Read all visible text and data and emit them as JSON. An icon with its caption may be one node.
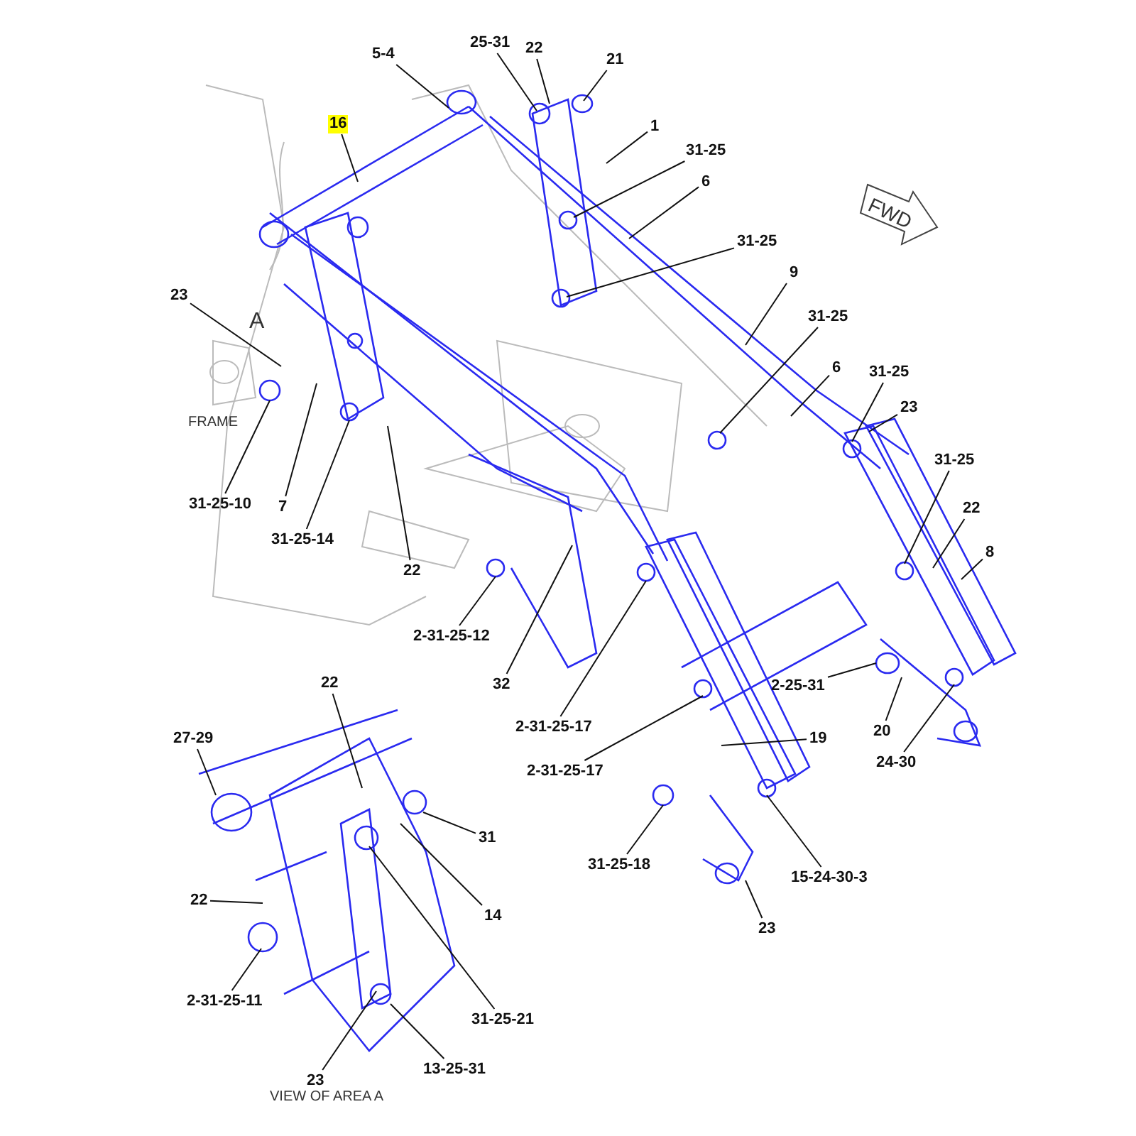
{
  "diagram": {
    "nodes": [
      {
        "text": [
          "5-4"
        ]
      },
      {
        "text": [
          "25-31"
        ]
      },
      {
        "text": [
          "22"
        ]
      },
      {
        "text": [
          "21"
        ]
      },
      {
        "text": [
          "1"
        ]
      },
      {
        "text": [
          "31-25"
        ]
      },
      {
        "text": [
          "6"
        ]
      },
      {
        "text": [
          "31-25"
        ]
      },
      {
        "text": [
          "9"
        ]
      },
      {
        "text": [
          "31-25"
        ]
      },
      {
        "text": [
          "6"
        ]
      },
      {
        "text": [
          "31-25"
        ]
      },
      {
        "text": [
          "23"
        ]
      },
      {
        "text": [
          "31-25"
        ]
      },
      {
        "text": [
          "22"
        ]
      },
      {
        "text": [
          "8"
        ]
      },
      {
        "text": [
          "16"
        ]
      },
      {
        "text": [
          "23"
        ]
      },
      {
        "text": [
          "31-25-10"
        ]
      },
      {
        "text": [
          "7"
        ]
      },
      {
        "text": [
          "31-25-14"
        ]
      },
      {
        "text": [
          "22"
        ]
      },
      {
        "text": [
          "2-31-25-12"
        ]
      },
      {
        "text": [
          "32"
        ]
      },
      {
        "text": [
          "2-31-25-17"
        ]
      },
      {
        "text": [
          "2-31-25-17"
        ]
      },
      {
        "text": [
          "19"
        ]
      },
      {
        "text": [
          "2-25-31"
        ]
      },
      {
        "text": [
          "20"
        ]
      },
      {
        "text": [
          "24-30"
        ]
      },
      {
        "text": [
          "31-25-18"
        ]
      },
      {
        "text": [
          "15-24-30-3"
        ]
      },
      {
        "text": [
          "23"
        ]
      },
      {
        "text": [
          "22"
        ]
      },
      {
        "text": [
          "27-29"
        ]
      },
      {
        "text": [
          "31"
        ]
      },
      {
        "text": [
          "14"
        ]
      },
      {
        "text": [
          "22"
        ]
      },
      {
        "text": [
          "2-31-25-11"
        ]
      },
      {
        "text": [
          "31-25-21"
        ]
      },
      {
        "text": [
          "23"
        ]
      },
      {
        "text": [
          "13-25-31"
        ]
      }
    ],
    "edges": [
      {
        "from": 0,
        "to": null,
        "arrow": "none"
      },
      {
        "from": 1,
        "to": null,
        "arrow": "none"
      },
      {
        "from": 2,
        "to": null,
        "arrow": "none"
      },
      {
        "from": 3,
        "to": null,
        "arrow": "none"
      },
      {
        "from": 4,
        "to": null,
        "arrow": "none"
      },
      {
        "from": 5,
        "to": null,
        "arrow": "none"
      },
      {
        "from": 6,
        "to": null,
        "arrow": "none"
      },
      {
        "from": 7,
        "to": null,
        "arrow": "none"
      },
      {
        "from": 8,
        "to": null,
        "arrow": "none"
      },
      {
        "from": 9,
        "to": null,
        "arrow": "none"
      },
      {
        "from": 10,
        "to": null,
        "arrow": "none"
      },
      {
        "from": 11,
        "to": null,
        "arrow": "none"
      },
      {
        "from": 12,
        "to": null,
        "arrow": "none"
      },
      {
        "from": 13,
        "to": null,
        "arrow": "none"
      },
      {
        "from": 14,
        "to": null,
        "arrow": "none"
      },
      {
        "from": 15,
        "to": null,
        "arrow": "none"
      },
      {
        "from": 16,
        "to": null,
        "arrow": "none"
      },
      {
        "from": 17,
        "to": null,
        "arrow": "none"
      },
      {
        "from": 18,
        "to": null,
        "arrow": "none"
      },
      {
        "from": 19,
        "to": null,
        "arrow": "none"
      },
      {
        "from": 20,
        "to": null,
        "arrow": "none"
      },
      {
        "from": 21,
        "to": null,
        "arrow": "none"
      },
      {
        "from": 22,
        "to": null,
        "arrow": "none"
      },
      {
        "from": 23,
        "to": null,
        "arrow": "none"
      },
      {
        "from": 24,
        "to": null,
        "arrow": "none"
      },
      {
        "from": 25,
        "to": null,
        "arrow": "none"
      },
      {
        "from": 26,
        "to": null,
        "arrow": "none"
      },
      {
        "from": 27,
        "to": null,
        "arrow": "none"
      },
      {
        "from": 28,
        "to": null,
        "arrow": "none"
      },
      {
        "from": 29,
        "to": null,
        "arrow": "none"
      },
      {
        "from": 30,
        "to": null,
        "arrow": "none"
      },
      {
        "from": 31,
        "to": null,
        "arrow": "none"
      },
      {
        "from": 32,
        "to": null,
        "arrow": "none"
      },
      {
        "from": 33,
        "to": null,
        "arrow": "none"
      },
      {
        "from": 34,
        "to": null,
        "arrow": "none"
      },
      {
        "from": 35,
        "to": null,
        "arrow": "none"
      },
      {
        "from": 36,
        "to": null,
        "arrow": "none"
      },
      {
        "from": 37,
        "to": null,
        "arrow": "none"
      },
      {
        "from": 38,
        "to": null,
        "arrow": "none"
      },
      {
        "from": 39,
        "to": null,
        "arrow": "none"
      },
      {
        "from": 40,
        "to": null,
        "arrow": "none"
      },
      {
        "from": 41,
        "to": null,
        "arrow": "none"
      }
    ],
    "labels": [
      "FWD",
      "A",
      "FRAME",
      "VIEW OF AREA A"
    ]
  }
}
